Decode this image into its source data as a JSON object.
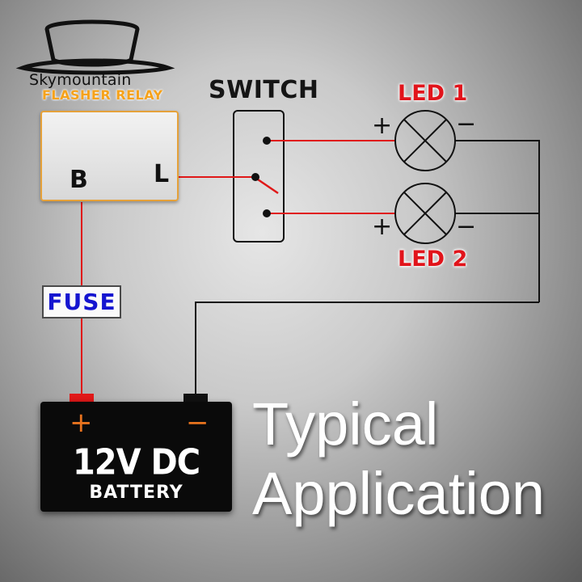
{
  "brand": {
    "name": "Skymountain"
  },
  "relay": {
    "title": "FLASHER RELAY",
    "terminal_b": "B",
    "terminal_l": "L"
  },
  "switch": {
    "title": "SWITCH"
  },
  "leds": [
    {
      "label": "LED 1",
      "plus": "+",
      "minus": "−"
    },
    {
      "label": "LED 2",
      "plus": "+",
      "minus": "−"
    }
  ],
  "fuse": {
    "label": "FUSE"
  },
  "battery": {
    "plus": "+",
    "minus": "−",
    "voltage": "12V DC",
    "label": "BATTERY"
  },
  "headline": {
    "line1": "Typical",
    "line2": "Application"
  },
  "colors": {
    "wire_red": "#e01818",
    "wire_black": "#111111",
    "led_label": "#e1141b",
    "relay_title": "#f6a21a",
    "fuse_text": "#1515d0"
  }
}
